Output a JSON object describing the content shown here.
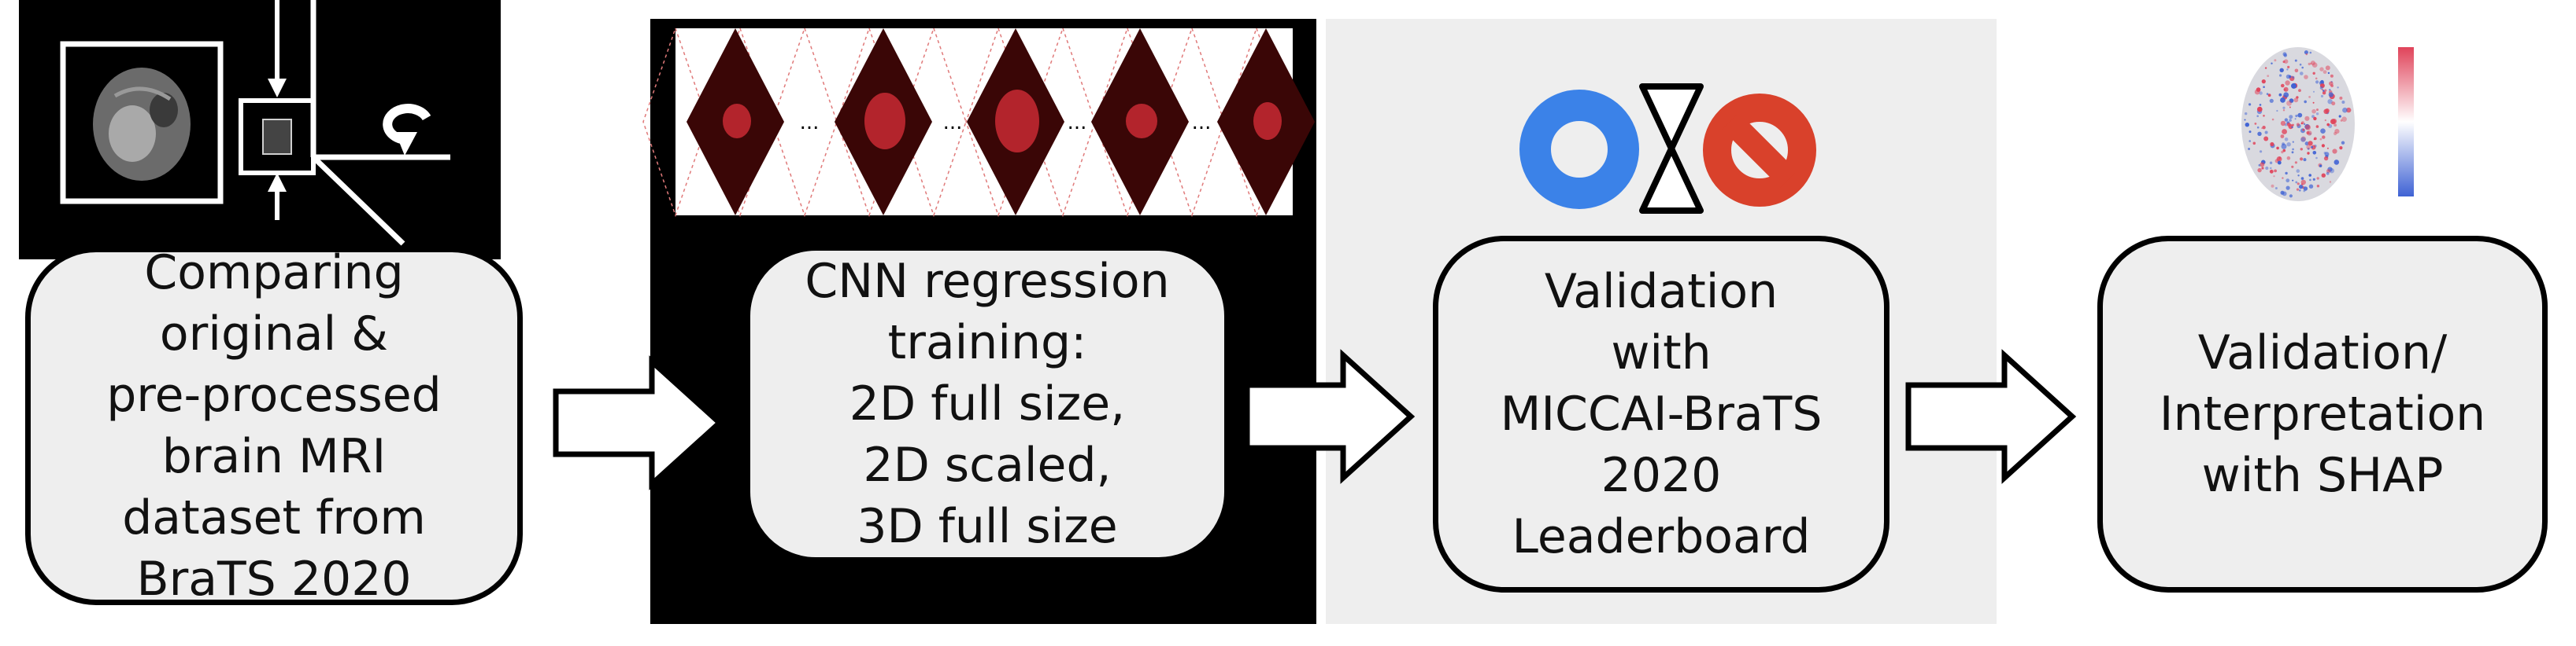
{
  "steps": [
    {
      "id": "preprocess",
      "text": "Comparing\noriginal &\npre-processed\nbrain MRI\ndataset from\nBraTS 2020"
    },
    {
      "id": "training",
      "text": "CNN regression\ntraining:\n2D full size,\n2D scaled,\n3D full size"
    },
    {
      "id": "validation",
      "text": "Validation\nwith\nMICCAI-BraTS\n2020\nLeaderboard"
    },
    {
      "id": "interpretation",
      "text": "Validation/\nInterpretation\nwith SHAP"
    }
  ],
  "slice_ellipsis": [
    "...",
    "...",
    "...",
    "..."
  ],
  "colors": {
    "panel_black": "#000000",
    "panel_gray": "#eeeeee",
    "box_fill": "#eeeeee",
    "blue_ring": "#3b82e8",
    "red_no_sign": "#d9412b",
    "tumor_red": "#b3242c",
    "diamond_dark": "#3a0606"
  },
  "icons": {
    "preprocess": [
      "brain-mri-icon",
      "zoom-selector-icon",
      "rotate-arrow-icon"
    ],
    "training": [
      "mri-slice-strip-icon"
    ],
    "validation": [
      "blue-ring-icon",
      "hourglass-icon",
      "no-sign-icon"
    ],
    "interpretation": [
      "shap-heatmap-icon",
      "shap-colorbar-icon"
    ]
  }
}
